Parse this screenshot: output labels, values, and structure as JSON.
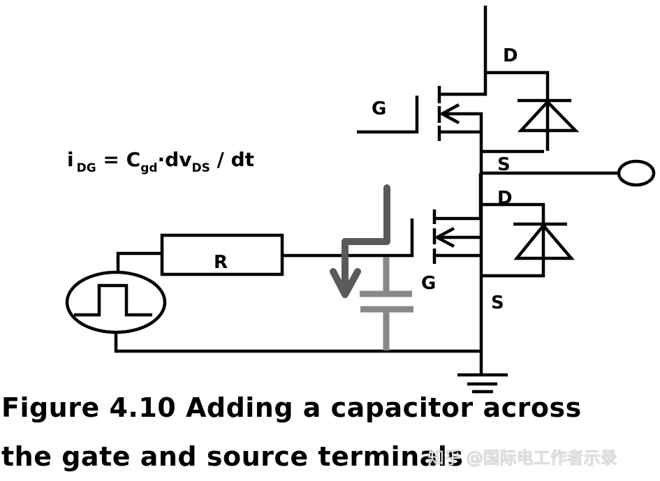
{
  "figure": {
    "caption_line1": "Figure 4.10 Adding a capacitor across",
    "caption_line2": "the gate and source terminals",
    "watermark": "知乎 @国际电工作者示录"
  },
  "equation": {
    "i": "i",
    "i_sub": "DG",
    "eq": " = C",
    "c_sub": "gd",
    "mid": "·dv",
    "v_sub": "DS",
    "tail": " / dt"
  },
  "labels": {
    "top_mosfet_drain": "D",
    "top_mosfet_gate": "G",
    "top_mosfet_source": "S",
    "bottom_mosfet_drain": "D",
    "bottom_mosfet_gate": "G",
    "bottom_mosfet_source": "S",
    "resistor": "R"
  },
  "colors": {
    "wire": "#000000",
    "current_arrow": "#5a5a5a",
    "added_capacitor": "#888888"
  }
}
